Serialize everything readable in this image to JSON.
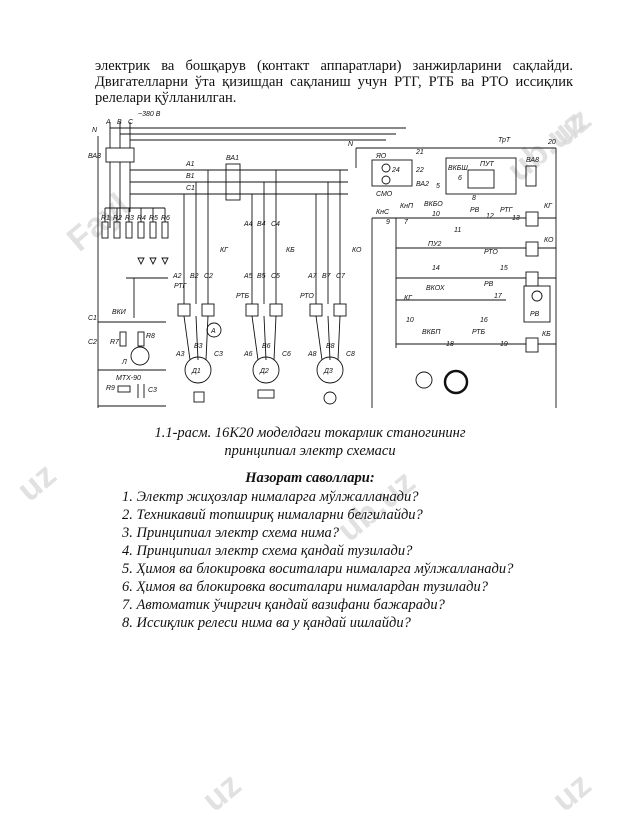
{
  "intro": {
    "line1": "электрик ва бошқарув (контакт аппаратлари) занжирларини сақлайди.",
    "line2": "Двигателларни ўта қизишдан сақланиш учун РТГ, РТБ ва РТО иссиқлик",
    "line3": "релелари қўлланилган."
  },
  "schematic": {
    "supply": "~380 В",
    "phase_a": "А",
    "phase_b": "В",
    "phase_c": "С",
    "neutral": "N",
    "neutral_right": "N",
    "labels": {
      "va3": "ВАЗ",
      "va1": "ВА1",
      "a1": "А1",
      "b1": "В1",
      "c1": "С1",
      "r1": "R1",
      "r2": "R2",
      "r3": "R3",
      "r4": "R4",
      "r5": "R5",
      "r6": "R6",
      "a2": "А2",
      "b2": "В2",
      "c2": "С2",
      "kg": "КГ",
      "a4": "А4",
      "b4": "В4",
      "c4": "С4",
      "kb": "КБ",
      "a7": "А7",
      "b7": "В7",
      "c7": "С7",
      "ko": "КО",
      "a5": "А5",
      "b5": "В5",
      "c5": "С5",
      "rtg": "РТГ",
      "rtb": "РТБ",
      "rto": "РТО",
      "vki": "ВКИ",
      "c1cap": "С1",
      "c2cap": "С2",
      "r7": "R7",
      "r8": "R8",
      "r9": "R9",
      "c3": "С3",
      "l": "Л",
      "mtx": "МТХ-90",
      "a3": "А3",
      "b3": "В3",
      "c3m": "С3",
      "a6": "А6",
      "b6": "В6",
      "c6": "С6",
      "a8": "А8",
      "b8": "В8",
      "c8": "С8",
      "d1": "Д1",
      "d2": "Д2",
      "d3": "Д3",
      "ammeter": "А",
      "tr": "ТрТ",
      "n20": "20",
      "n21": "21",
      "ya0": "ЯО",
      "n24": "24",
      "n22": "22",
      "smo": "СМО",
      "va2": "ВА2",
      "n5": "5",
      "put": "ПУТ",
      "vkbsh": "ВКБШ",
      "va8": "ВА8",
      "n6": "6",
      "n8": "8",
      "kns": "КнС",
      "knp": "КнП",
      "vkbo": "ВКБО",
      "n10": "10",
      "n11": "11",
      "rv": "РВ",
      "n12": "12",
      "rtg2": "РТГ",
      "n13": "13",
      "kg2": "КГ",
      "n9": "9",
      "n7": "7",
      "pu2": "ПУ2",
      "rto2": "РТО",
      "ko2": "КО",
      "n14": "14",
      "n15": "15",
      "vkox": "ВКОХ",
      "rv2": "РВ",
      "n17": "17",
      "rv3": "РВ",
      "kg3": "КГ",
      "n16": "16",
      "n10b": "10",
      "vkbp": "ВКБП",
      "n18": "18",
      "rtb2": "РТБ",
      "n19": "19",
      "kb2": "КБ"
    }
  },
  "caption": {
    "line1": "1.1-расм. 16К20 моделдаги токарлик станогининг",
    "line2": "принципиал электр схемаси"
  },
  "questions_title": "Назорат саволлари:",
  "questions": [
    "1. Электр жиҳозлар нималарга мўлжалланади?",
    "2. Техникавий топшириқ нималарни белгилайди?",
    "3. Принципиал электр схема нима?",
    "4. Принципиал электр схема қандай тузилади?",
    "5. Ҳимоя ва блокировка воситалари нималарга мўлжалланади?",
    "6. Ҳимоя ва блокировка воситалари нималардан тузилади?",
    "7. Автоматик ўчиргич қандай вазифани бажаради?",
    "8. Иссиқлик релеси нима ва у қандай ишлайди?"
  ],
  "watermarks": {
    "w1": "Fayl",
    "w2": "uz",
    "w3": "ub.uz",
    "w4": "ub.uz",
    "w5": "uz",
    "w6": "uz",
    "w7": "uz"
  }
}
